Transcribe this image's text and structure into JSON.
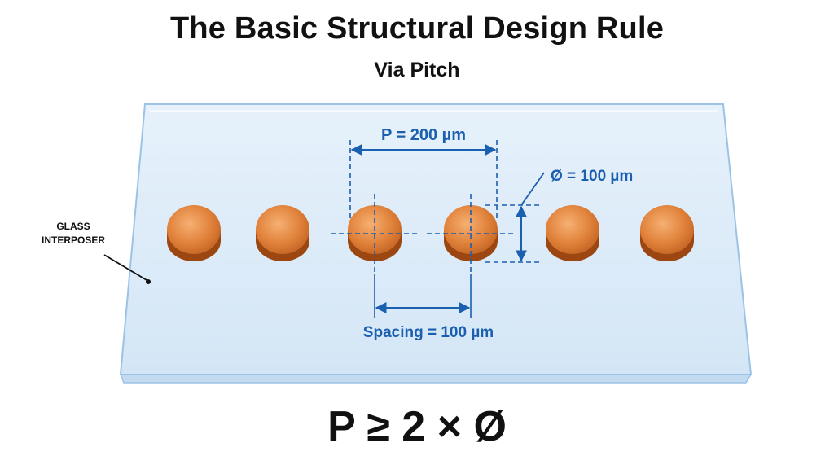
{
  "header": {
    "title": "The Basic Structural Design Rule",
    "subtitle": "Via Pitch"
  },
  "diagram": {
    "substrate_label_line1": "GLASS",
    "substrate_label_line2": "INTERPOSER",
    "pitch_label": "P = 200 µm",
    "diameter_label": "Ø = 100 µm",
    "spacing_label": "Spacing = 100 µm",
    "via_count": 6,
    "colors": {
      "glass_fill": "#dcebf8",
      "glass_edge": "#9cc3e6",
      "copper": "#d9772e",
      "dimension": "#1b5fb0"
    }
  },
  "formula": "P ≥ 2 × Ø"
}
